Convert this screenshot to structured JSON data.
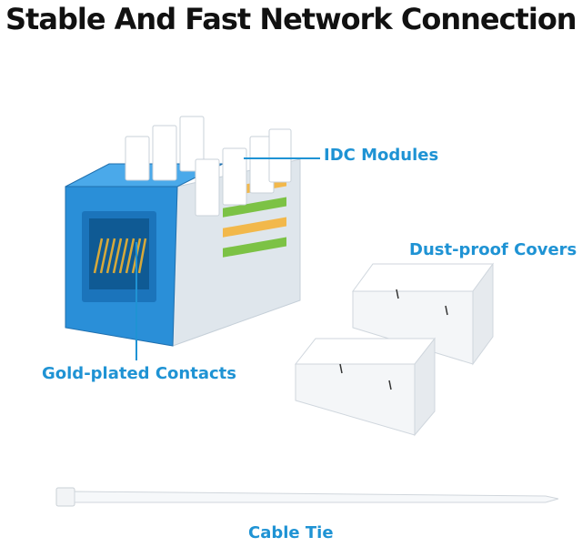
{
  "title": "Stable And Fast Network Connection",
  "callouts": {
    "idc_modules": "IDC Modules",
    "dust_proof_covers": "Dust-proof Covers",
    "gold_plated_contacts": "Gold-plated Contacts",
    "cable_tie": "Cable Tie"
  },
  "colors": {
    "callout_text": "#1f93d4",
    "jack_body": "#2a8fd8",
    "title_text": "#111111"
  }
}
